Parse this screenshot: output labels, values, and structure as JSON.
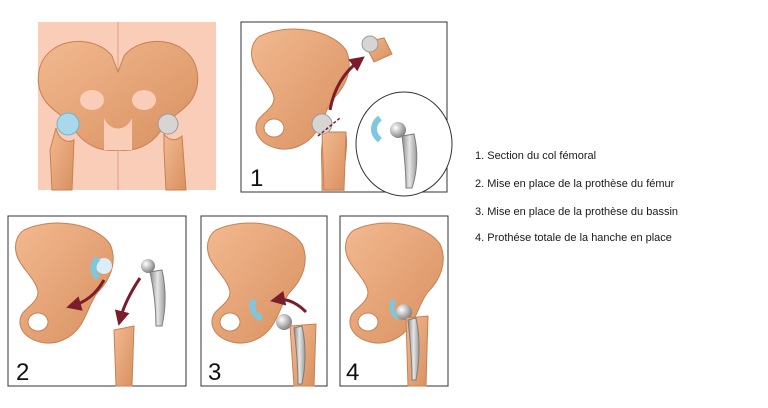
{
  "panels": [
    {
      "number": "1"
    },
    {
      "number": "2"
    },
    {
      "number": "3"
    },
    {
      "number": "4"
    }
  ],
  "legend": {
    "items": [
      "1. Section du col fémoral",
      "2. Mise en place  de la prothèse du fémur",
      "3. Mise en place de la prothèse du bassin",
      "4. Prothése totale de la hanche en place"
    ]
  },
  "colors": {
    "skin": "#f9cdb7",
    "bone": "#e9a77b",
    "bone_dark": "#d48b5d",
    "cartilage": "#a8d8ea",
    "implant": "#b9b9b9",
    "arrow": "#7b1d2a",
    "frame": "#333333"
  }
}
